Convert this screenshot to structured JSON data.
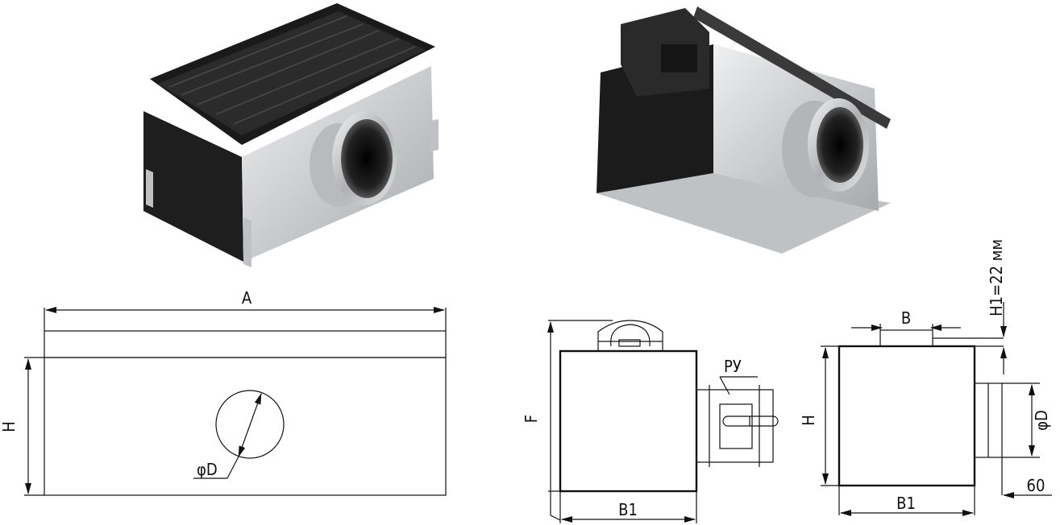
{
  "labels": {
    "a": "A",
    "h_front": "H",
    "phi_d_front": "φD",
    "f": "F",
    "b1_side": "B1",
    "py": "РУ",
    "b": "B",
    "h1": "H1=22 мм",
    "h_back": "H",
    "phi_d_back": "φD",
    "b1_back": "B1",
    "dim_60": "60"
  },
  "colors": {
    "line": "#111111",
    "metal_light": "#d9dbdc",
    "metal_dark": "#9a9d9f",
    "black_part": "#1b1b1b"
  }
}
